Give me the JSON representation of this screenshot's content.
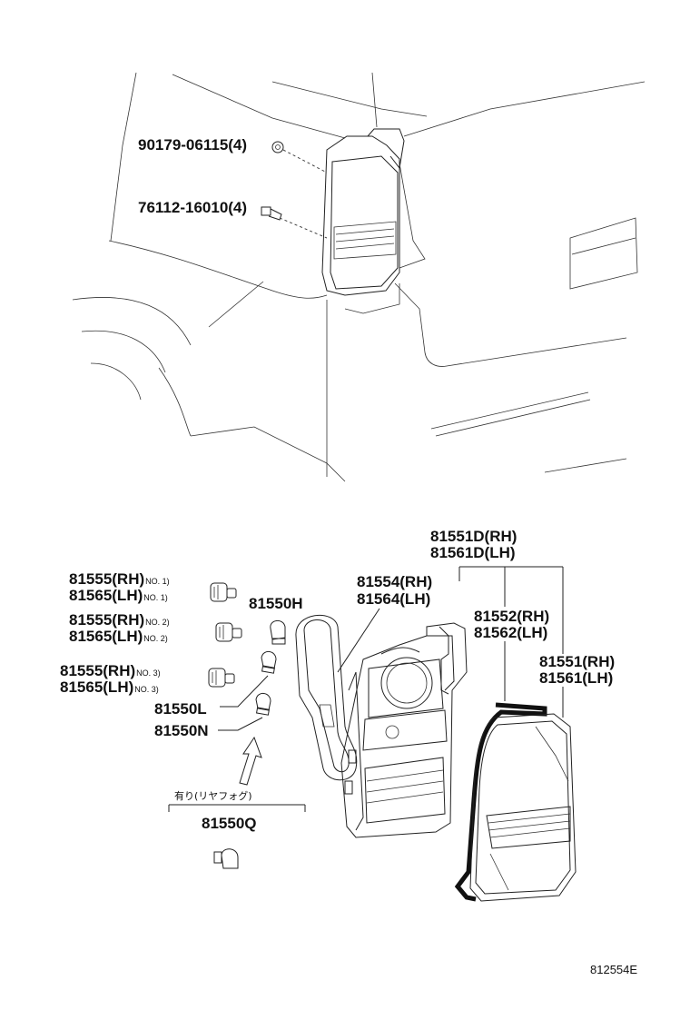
{
  "colors": {
    "line": "#222222",
    "background": "#ffffff"
  },
  "labels": {
    "nut": "90179-06115(4)",
    "bolt": "76112-16010(4)",
    "lens_assy_rh": "81551D(RH)",
    "lens_assy_lh": "81561D(LH)",
    "body_rh": "81554(RH)",
    "body_lh": "81564(LH)",
    "gasket_rh": "81552(RH)",
    "gasket_lh": "81562(LH)",
    "lens_rh": "81551(RH)",
    "lens_lh": "81561(LH)",
    "socket1_rh": "81555(RH)",
    "socket1_lh": "81565(LH)",
    "socket1_rh_no": "NO. 1)",
    "socket1_lh_no": "NO. 1)",
    "socket2_rh": "81555(RH)",
    "socket2_lh": "81565(LH)",
    "socket2_rh_no": "NO. 2)",
    "socket2_lh_no": "NO. 2)",
    "socket3_rh": "81555(RH)",
    "socket3_lh": "81565(LH)",
    "socket3_rh_no": "NO. 3)",
    "socket3_lh_no": "NO. 3)",
    "bulb_h": "81550H",
    "bulb_l": "81550L",
    "bulb_n": "81550N",
    "rear_fog_note": "有り(リヤフォグ)",
    "bulb_q": "81550Q",
    "diagram_ref": "812554E"
  }
}
